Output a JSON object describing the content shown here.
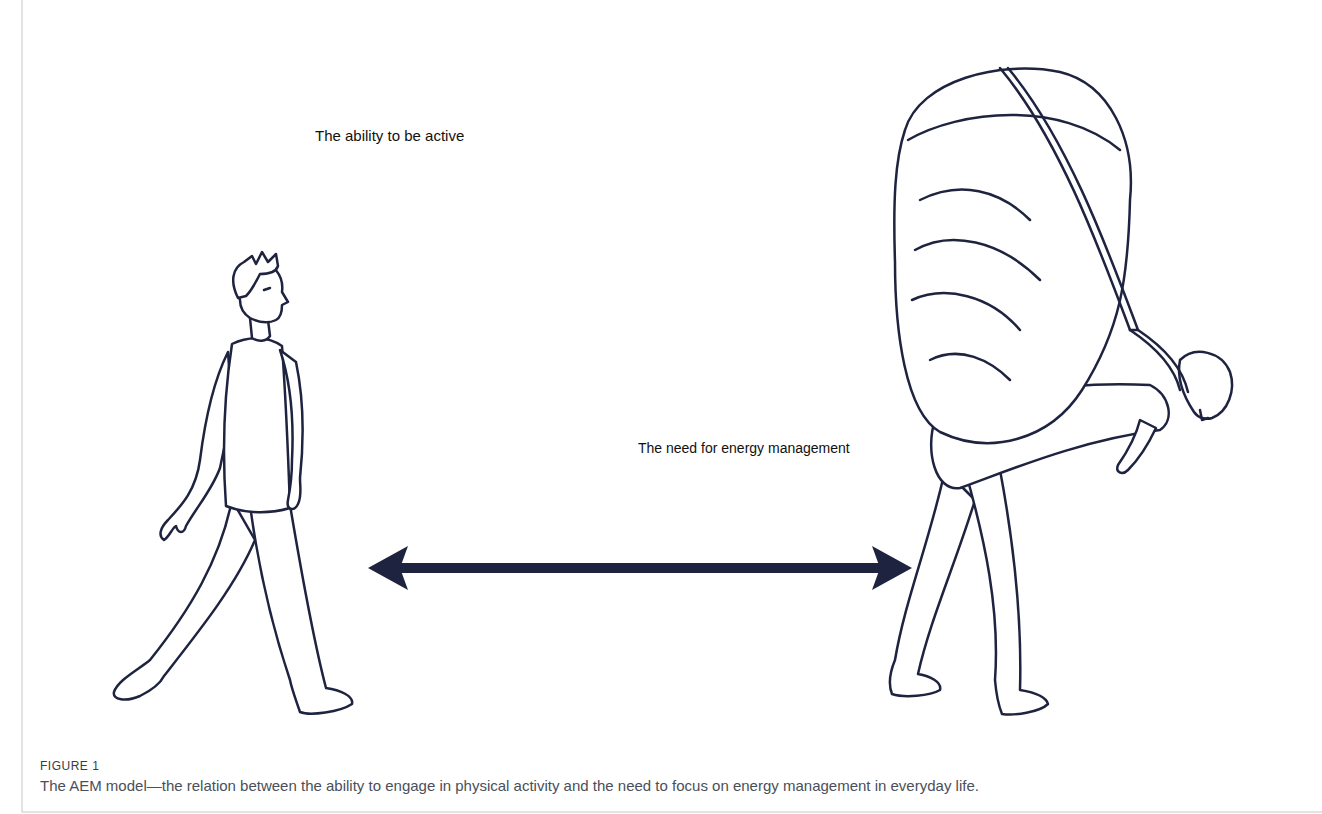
{
  "diagram": {
    "caption": "The AEM model—the relation between the ability to engage in physical activity and the need to focus on energy management in everyday life.",
    "nodes": [
      {
        "text": [
          "The ability to be active"
        ]
      },
      {
        "text": [
          "The need for energy management"
        ]
      }
    ],
    "labels": [
      "FIGURE 1"
    ]
  }
}
